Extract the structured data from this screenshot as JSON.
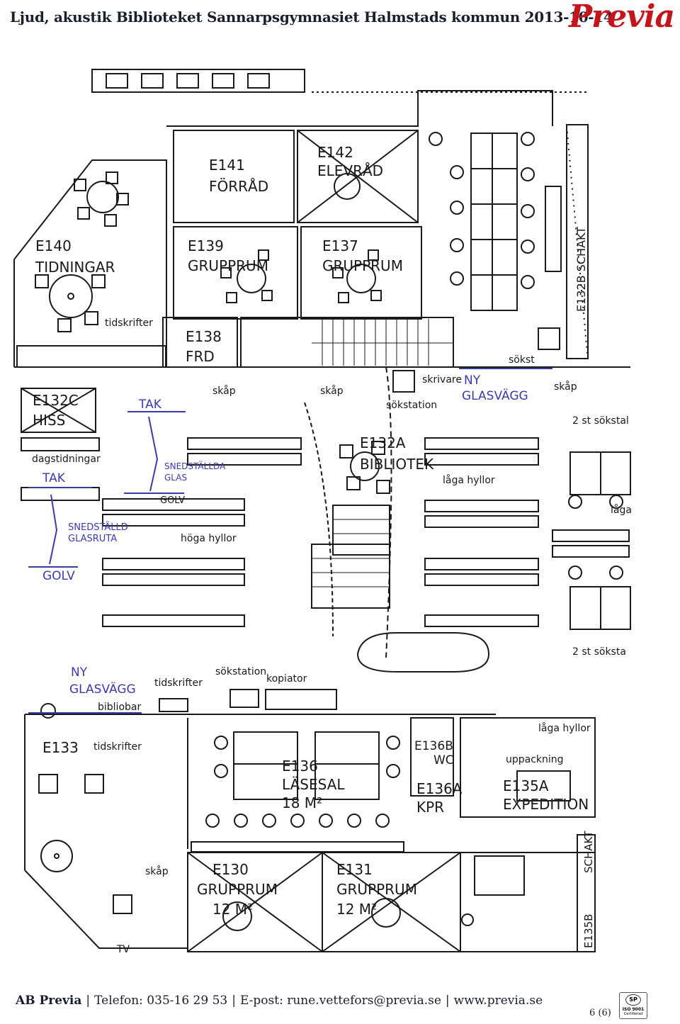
{
  "header": {
    "title": "Ljud, akustik Biblioteket Sannarpsgymnasiet Halmstads kommun 2013-10-14",
    "logo": "Previa"
  },
  "plan": {
    "rooms": [
      {
        "id": "E141",
        "line1": "E141",
        "line2": "FÖRRÅD"
      },
      {
        "id": "E142",
        "line1": "E142",
        "line2": "ELEVRÅD"
      },
      {
        "id": "E140",
        "line1": "E140",
        "line2": "TIDNINGAR"
      },
      {
        "id": "E139",
        "line1": "E139",
        "line2": "GRUPPRUM"
      },
      {
        "id": "E137",
        "line1": "E137",
        "line2": "GRUPPRUM"
      },
      {
        "id": "E138",
        "line1": "E138",
        "line2": "FRD"
      },
      {
        "id": "E132C",
        "line1": "E132C",
        "line2": "HISS"
      },
      {
        "id": "E132A",
        "line1": "E132A",
        "line2": "BIBLIOTEK"
      },
      {
        "id": "E132B",
        "line1": "E132B SCHAKT",
        "line2": ""
      },
      {
        "id": "E133",
        "line1": "E133",
        "line2": ""
      },
      {
        "id": "E136",
        "line1": "E136",
        "line2": "LÄSESAL",
        "line3": "18 M²"
      },
      {
        "id": "E136B",
        "line1": "E136B",
        "line2": "WC"
      },
      {
        "id": "E136A",
        "line1": "E136A",
        "line2": "KPR"
      },
      {
        "id": "E135A",
        "line1": "E135A",
        "line2": "EXPEDITION"
      },
      {
        "id": "E130",
        "line1": "E130",
        "line2": "GRUPPRUM",
        "line3": "12 M²"
      },
      {
        "id": "E131",
        "line1": "E131",
        "line2": "GRUPPRUM",
        "line3": "12 M²"
      },
      {
        "id": "E135B",
        "line1": "E135B",
        "line2": ""
      },
      {
        "id": "SCHAKT2",
        "line1": "SCHAKT",
        "line2": ""
      }
    ],
    "labels": {
      "tidskrifter_top": "tidskrifter",
      "skap_1": "skåp",
      "skap_2": "skåp",
      "skap_3": "skåp",
      "skap_4": "skåp",
      "sokstation_top": "sökstation",
      "skrivare": "skrivare",
      "sokst": "sökst",
      "tva_sokstal": "2 st sökstal",
      "tva_soksta": "2 st söksta",
      "dagstidningar": "dagstidningar",
      "laga_hyllor_1": "låga hyllor",
      "laga_right": "låga",
      "hoga_hyllor": "höga hyllor",
      "tidskrifter_mid": "tidskrifter",
      "sokstation_bottom": "sökstation",
      "kopiator": "kopiator",
      "bibliobar": "bibliobar",
      "tidskrifter_low": "tidskrifter",
      "laga_hyllor_2": "låga hyllor",
      "uppackning": "uppackning",
      "tv": "TV"
    },
    "annotations": {
      "ny_glasvagg_1": [
        "NY",
        "GLASVÄGG"
      ],
      "ny_glasvagg_2": [
        "NY",
        "GLASVÄGG"
      ],
      "tak_1": "TAK",
      "tak_2": "TAK",
      "snedstallda_glas": [
        "SNEDSTÄLLDA",
        "GLAS"
      ],
      "snedstalld_glasruta": [
        "SNEDSTÄLLD",
        "GLASRUTA"
      ],
      "golv_1": "GOLV",
      "golv_2": "GOLV"
    },
    "colors": {
      "ink": "#1a1a1a",
      "annotation": "#3b3bb0"
    }
  },
  "footer": {
    "company": "AB Previa",
    "phone": "Telefon: 035-16 29 53",
    "email": "E-post: rune.vettefors@previa.se",
    "web": "www.previa.se",
    "page": "6 (6)",
    "cert_sp": "SP",
    "cert_iso": "ISO 9001",
    "cert_label": "Certifierad"
  }
}
